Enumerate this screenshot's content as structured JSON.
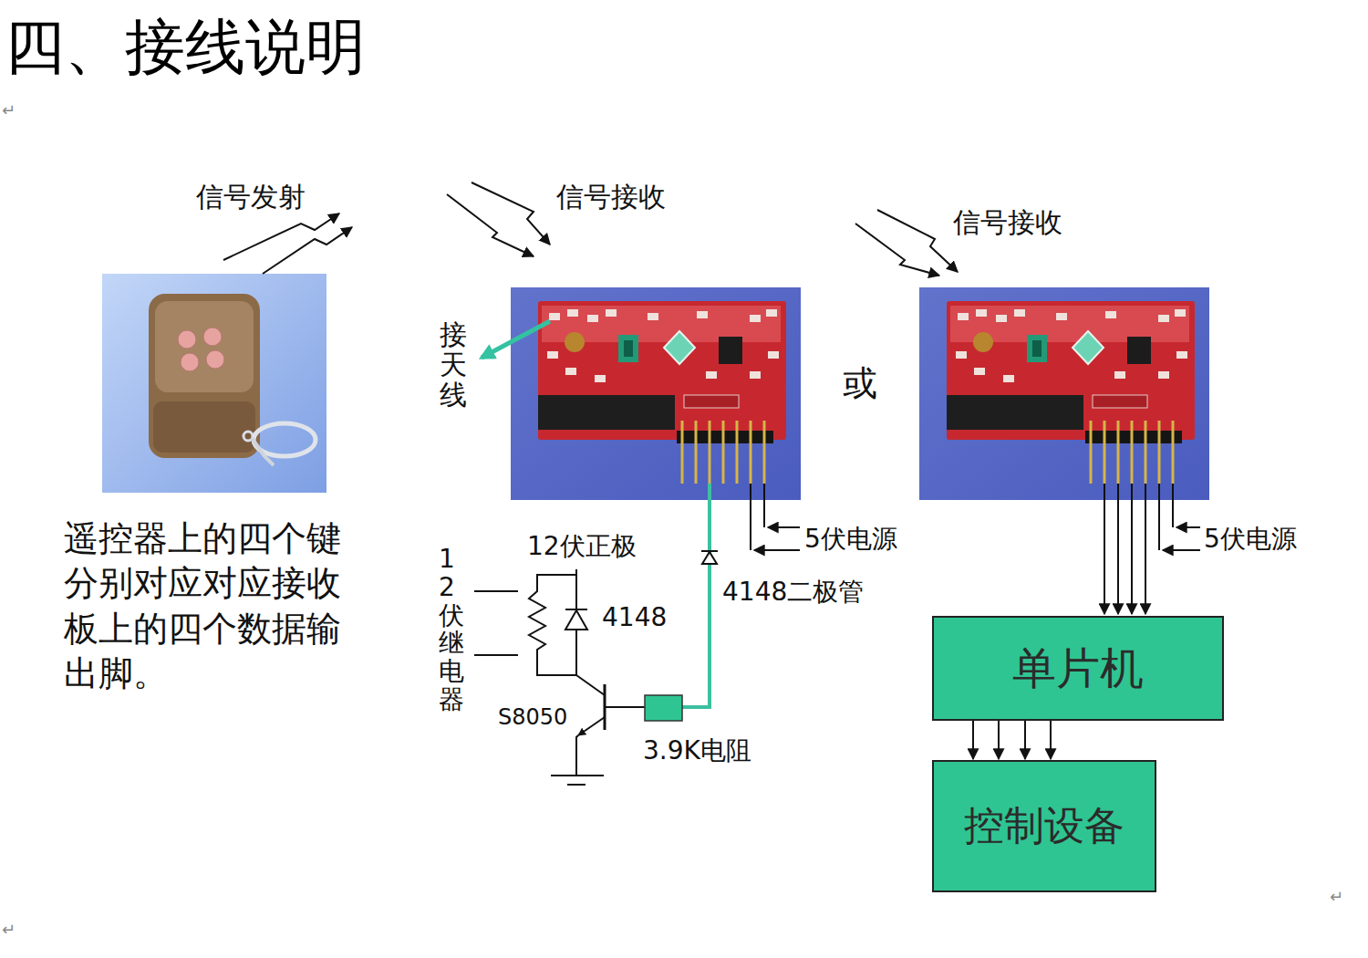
{
  "diagram": {
    "title": "四、接线说明",
    "nodes": [
      {
        "text": [
          "单片机"
        ]
      },
      {
        "text": [
          "控制设备"
        ]
      }
    ],
    "edges": [
      {
        "from": 0,
        "to": 1,
        "arrow": "to"
      },
      {
        "from": 0,
        "to": 1,
        "arrow": "to"
      },
      {
        "from": 0,
        "to": 1,
        "arrow": "to"
      },
      {
        "from": 0,
        "to": 1,
        "arrow": "to"
      }
    ],
    "labels": [
      "↵",
      "信号发射",
      "信号接收",
      "接天线",
      "或",
      "信号接收",
      "遥控器上的四个键分别对应对应接收板上的四个数据输出脚。",
      "12伏正极",
      "12伏继电器",
      "4148",
      "4148二极管",
      "5伏电源",
      "S8050",
      "3.9K电阻",
      "5伏电源",
      "↵",
      "↵"
    ]
  }
}
